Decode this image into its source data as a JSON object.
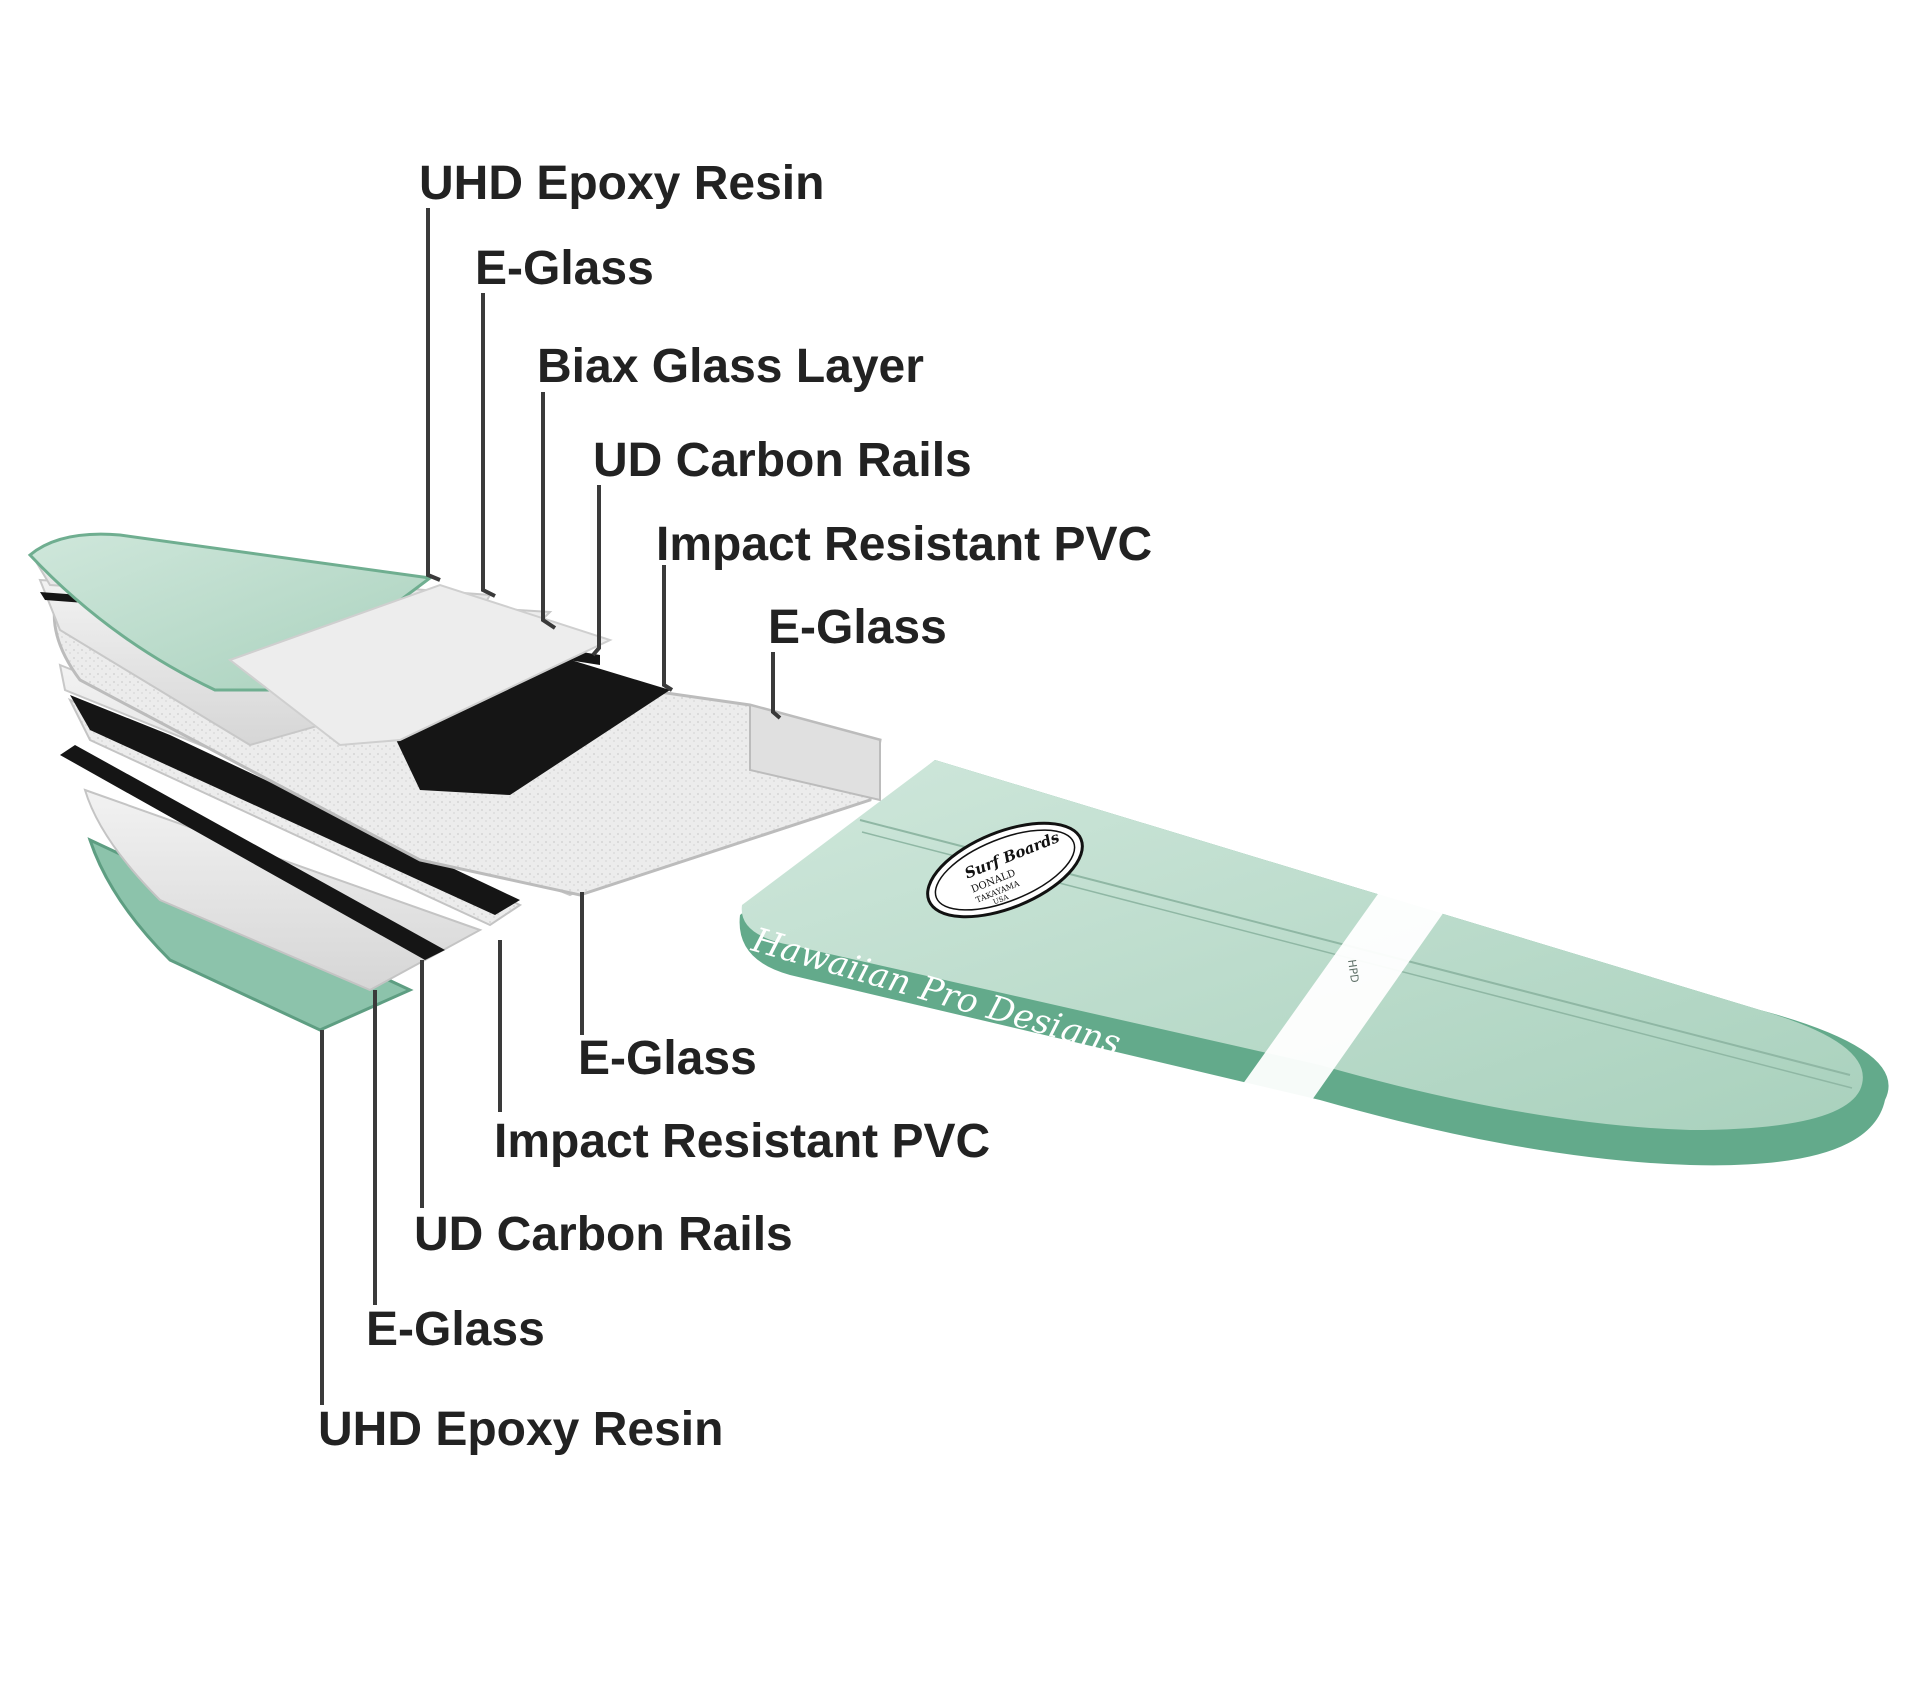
{
  "labels_top": [
    {
      "id": "top-1",
      "text": "UHD Epoxy Resin"
    },
    {
      "id": "top-2",
      "text": "E-Glass"
    },
    {
      "id": "top-3",
      "text": "Biax Glass Layer"
    },
    {
      "id": "top-4",
      "text": "UD Carbon Rails"
    },
    {
      "id": "top-5",
      "text": "Impact Resistant PVC"
    },
    {
      "id": "top-6",
      "text": "E-Glass"
    }
  ],
  "labels_bottom": [
    {
      "id": "bottom-1",
      "text": "E-Glass"
    },
    {
      "id": "bottom-2",
      "text": "Impact Resistant PVC"
    },
    {
      "id": "bottom-3",
      "text": "UD Carbon Rails"
    },
    {
      "id": "bottom-4",
      "text": "E-Glass"
    },
    {
      "id": "bottom-5",
      "text": "UHD Epoxy Resin"
    }
  ],
  "board": {
    "logo_text": [
      "Surf Boards",
      "DONALD",
      "TAKAYAMA",
      "USA"
    ],
    "script_text": "Hawaiian Pro Designs",
    "stringer_text": "HPD"
  },
  "colors": {
    "board_green": "#b9dbca",
    "rail_green": "#62a88a",
    "carbon": "#151515",
    "glass": "#e4e4e4"
  }
}
